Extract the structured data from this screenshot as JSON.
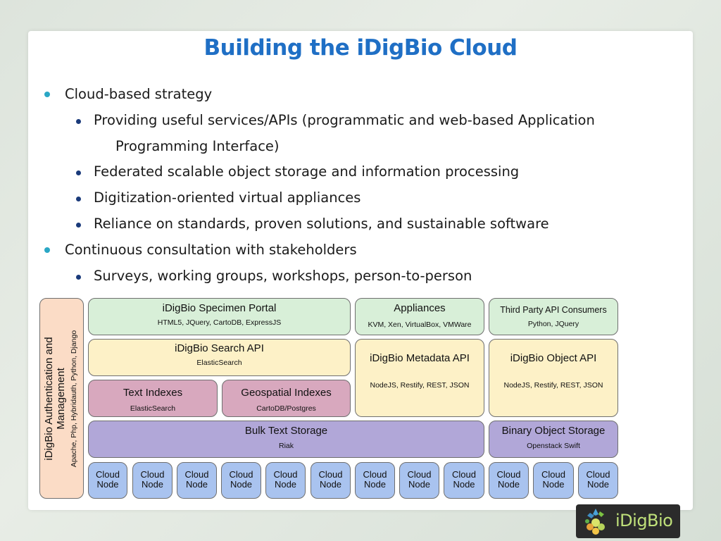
{
  "slide": {
    "title": "Building the iDigBio Cloud",
    "bullets": [
      {
        "level": 1,
        "text": "Cloud-based strategy"
      },
      {
        "level": 2,
        "text": "Providing useful services/APIs (programmatic and web-based Application"
      },
      {
        "level": 3,
        "text": "Programming Interface)"
      },
      {
        "level": 2,
        "text": "Federated scalable object storage and information processing"
      },
      {
        "level": 2,
        "text": "Digitization-oriented virtual appliances"
      },
      {
        "level": 2,
        "text": "Reliance on standards, proven solutions, and sustainable software"
      },
      {
        "level": 1,
        "text": "Continuous consultation with stakeholders"
      },
      {
        "level": 2,
        "text": "Surveys, working groups, workshops, person-to-person"
      }
    ]
  },
  "diagram": {
    "auth": {
      "title_line1": "iDigBio Authentication and",
      "title_line2": "Management",
      "sub": "Apache, Php, Hybridauth, Python, Django"
    },
    "portal": {
      "title": "iDigBio Specimen Portal",
      "sub": "HTML5, JQuery, CartoDB, ExpressJS"
    },
    "appliances": {
      "title": "Appliances",
      "sub": "KVM, Xen, VirtualBox, VMWare"
    },
    "third_party": {
      "title": "Third Party API Consumers",
      "sub": "Python, JQuery"
    },
    "search_api": {
      "title": "iDigBio Search API",
      "sub": "ElasticSearch"
    },
    "metadata_api": {
      "title": "iDigBio Metadata API",
      "sub": "NodeJS, Restify, REST, JSON"
    },
    "object_api": {
      "title": "iDigBio Object API",
      "sub": "NodeJS, Restify, REST, JSON"
    },
    "text_indexes": {
      "title": "Text Indexes",
      "sub": "ElasticSearch"
    },
    "geo_indexes": {
      "title": "Geospatial Indexes",
      "sub": "CartoDB/Postgres"
    },
    "bulk_storage": {
      "title": "Bulk Text Storage",
      "sub": "Riak"
    },
    "binary_storage": {
      "title": "Binary Object Storage",
      "sub": "Openstack Swift"
    },
    "node_line1": "Cloud",
    "node_line2": "Node"
  },
  "logo": {
    "text": "iDigBio"
  },
  "colors": {
    "title": "#1f6fc5",
    "bullet1": "#2aa7c5",
    "bullet2": "#1a3a7a"
  }
}
